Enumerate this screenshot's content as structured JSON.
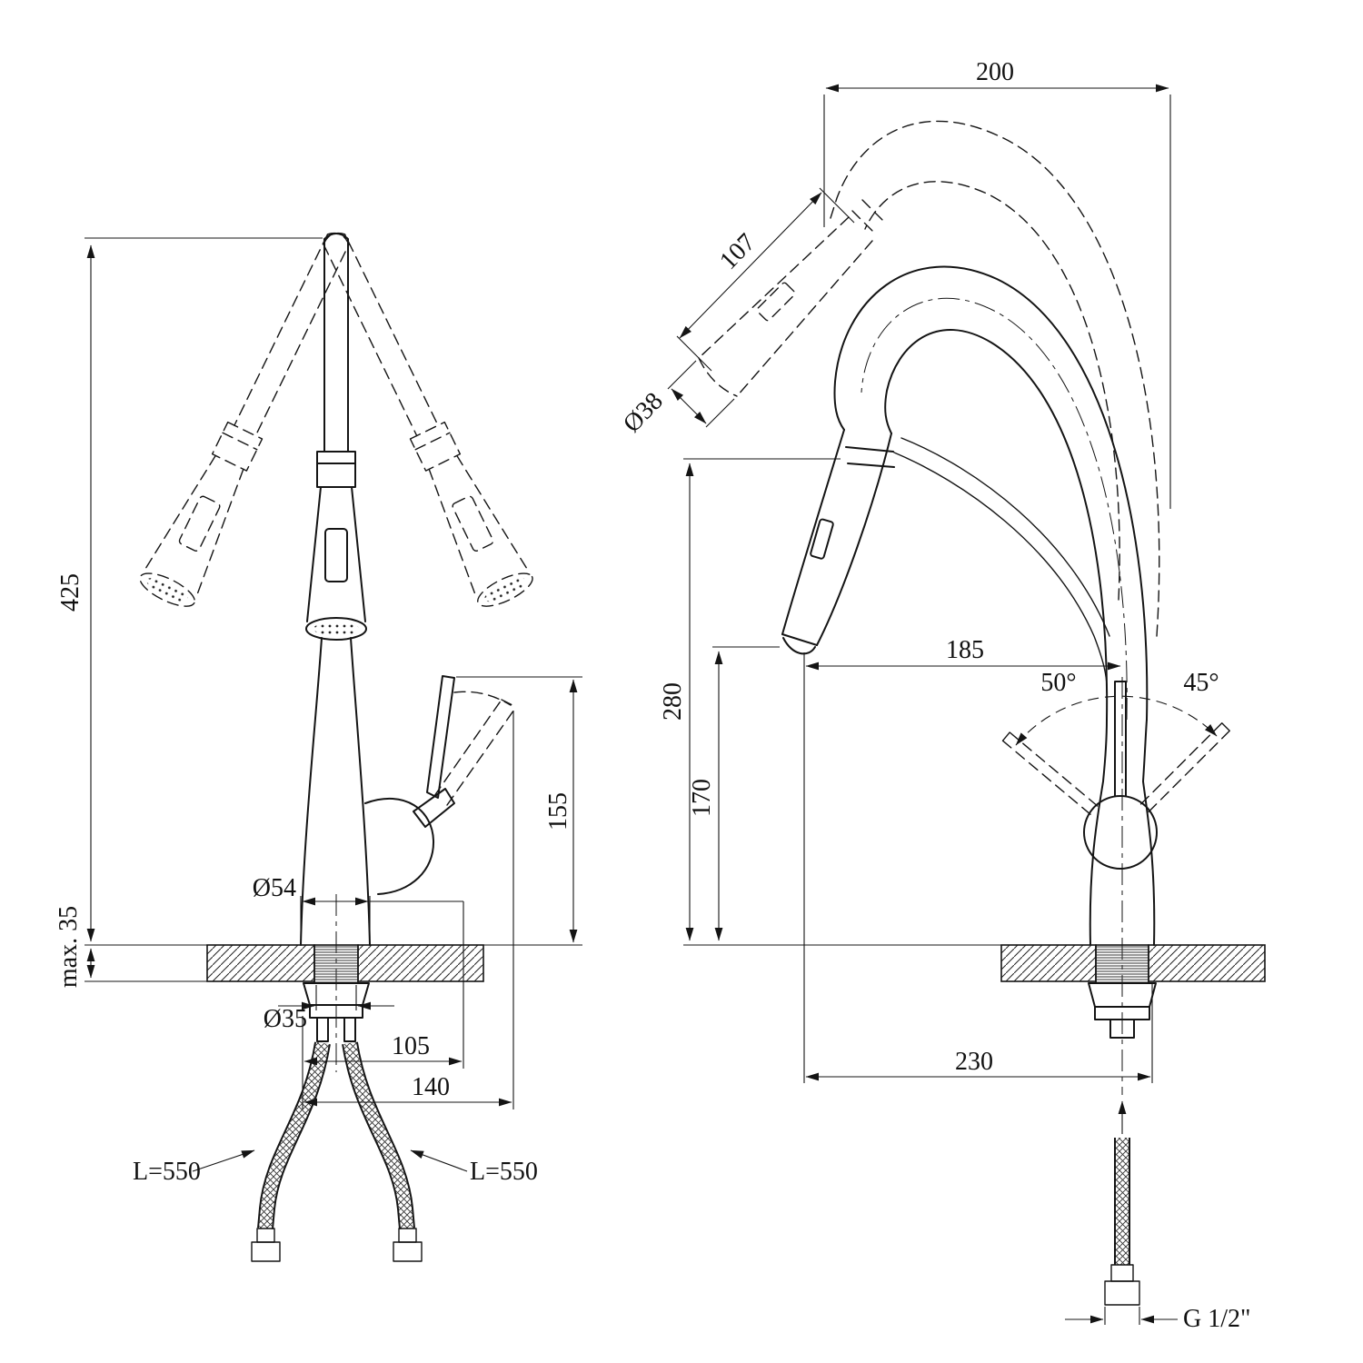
{
  "views": {
    "front": {
      "dims": {
        "height_425": "425",
        "deck_max": "max. 35",
        "base_dia": "Ø54",
        "shank_dia": "Ø35",
        "span_105": "105",
        "span_140": "140",
        "handle_155": "155",
        "hose_left": "L=550",
        "hose_right": "L=550"
      }
    },
    "side": {
      "dims": {
        "span_200": "200",
        "spray_107": "107",
        "spray_dia": "Ø38",
        "height_280": "280",
        "height_170": "170",
        "reach_185": "185",
        "angle_left": "50°",
        "angle_right": "45°",
        "span_230": "230",
        "thread": "G 1/2\""
      }
    }
  }
}
